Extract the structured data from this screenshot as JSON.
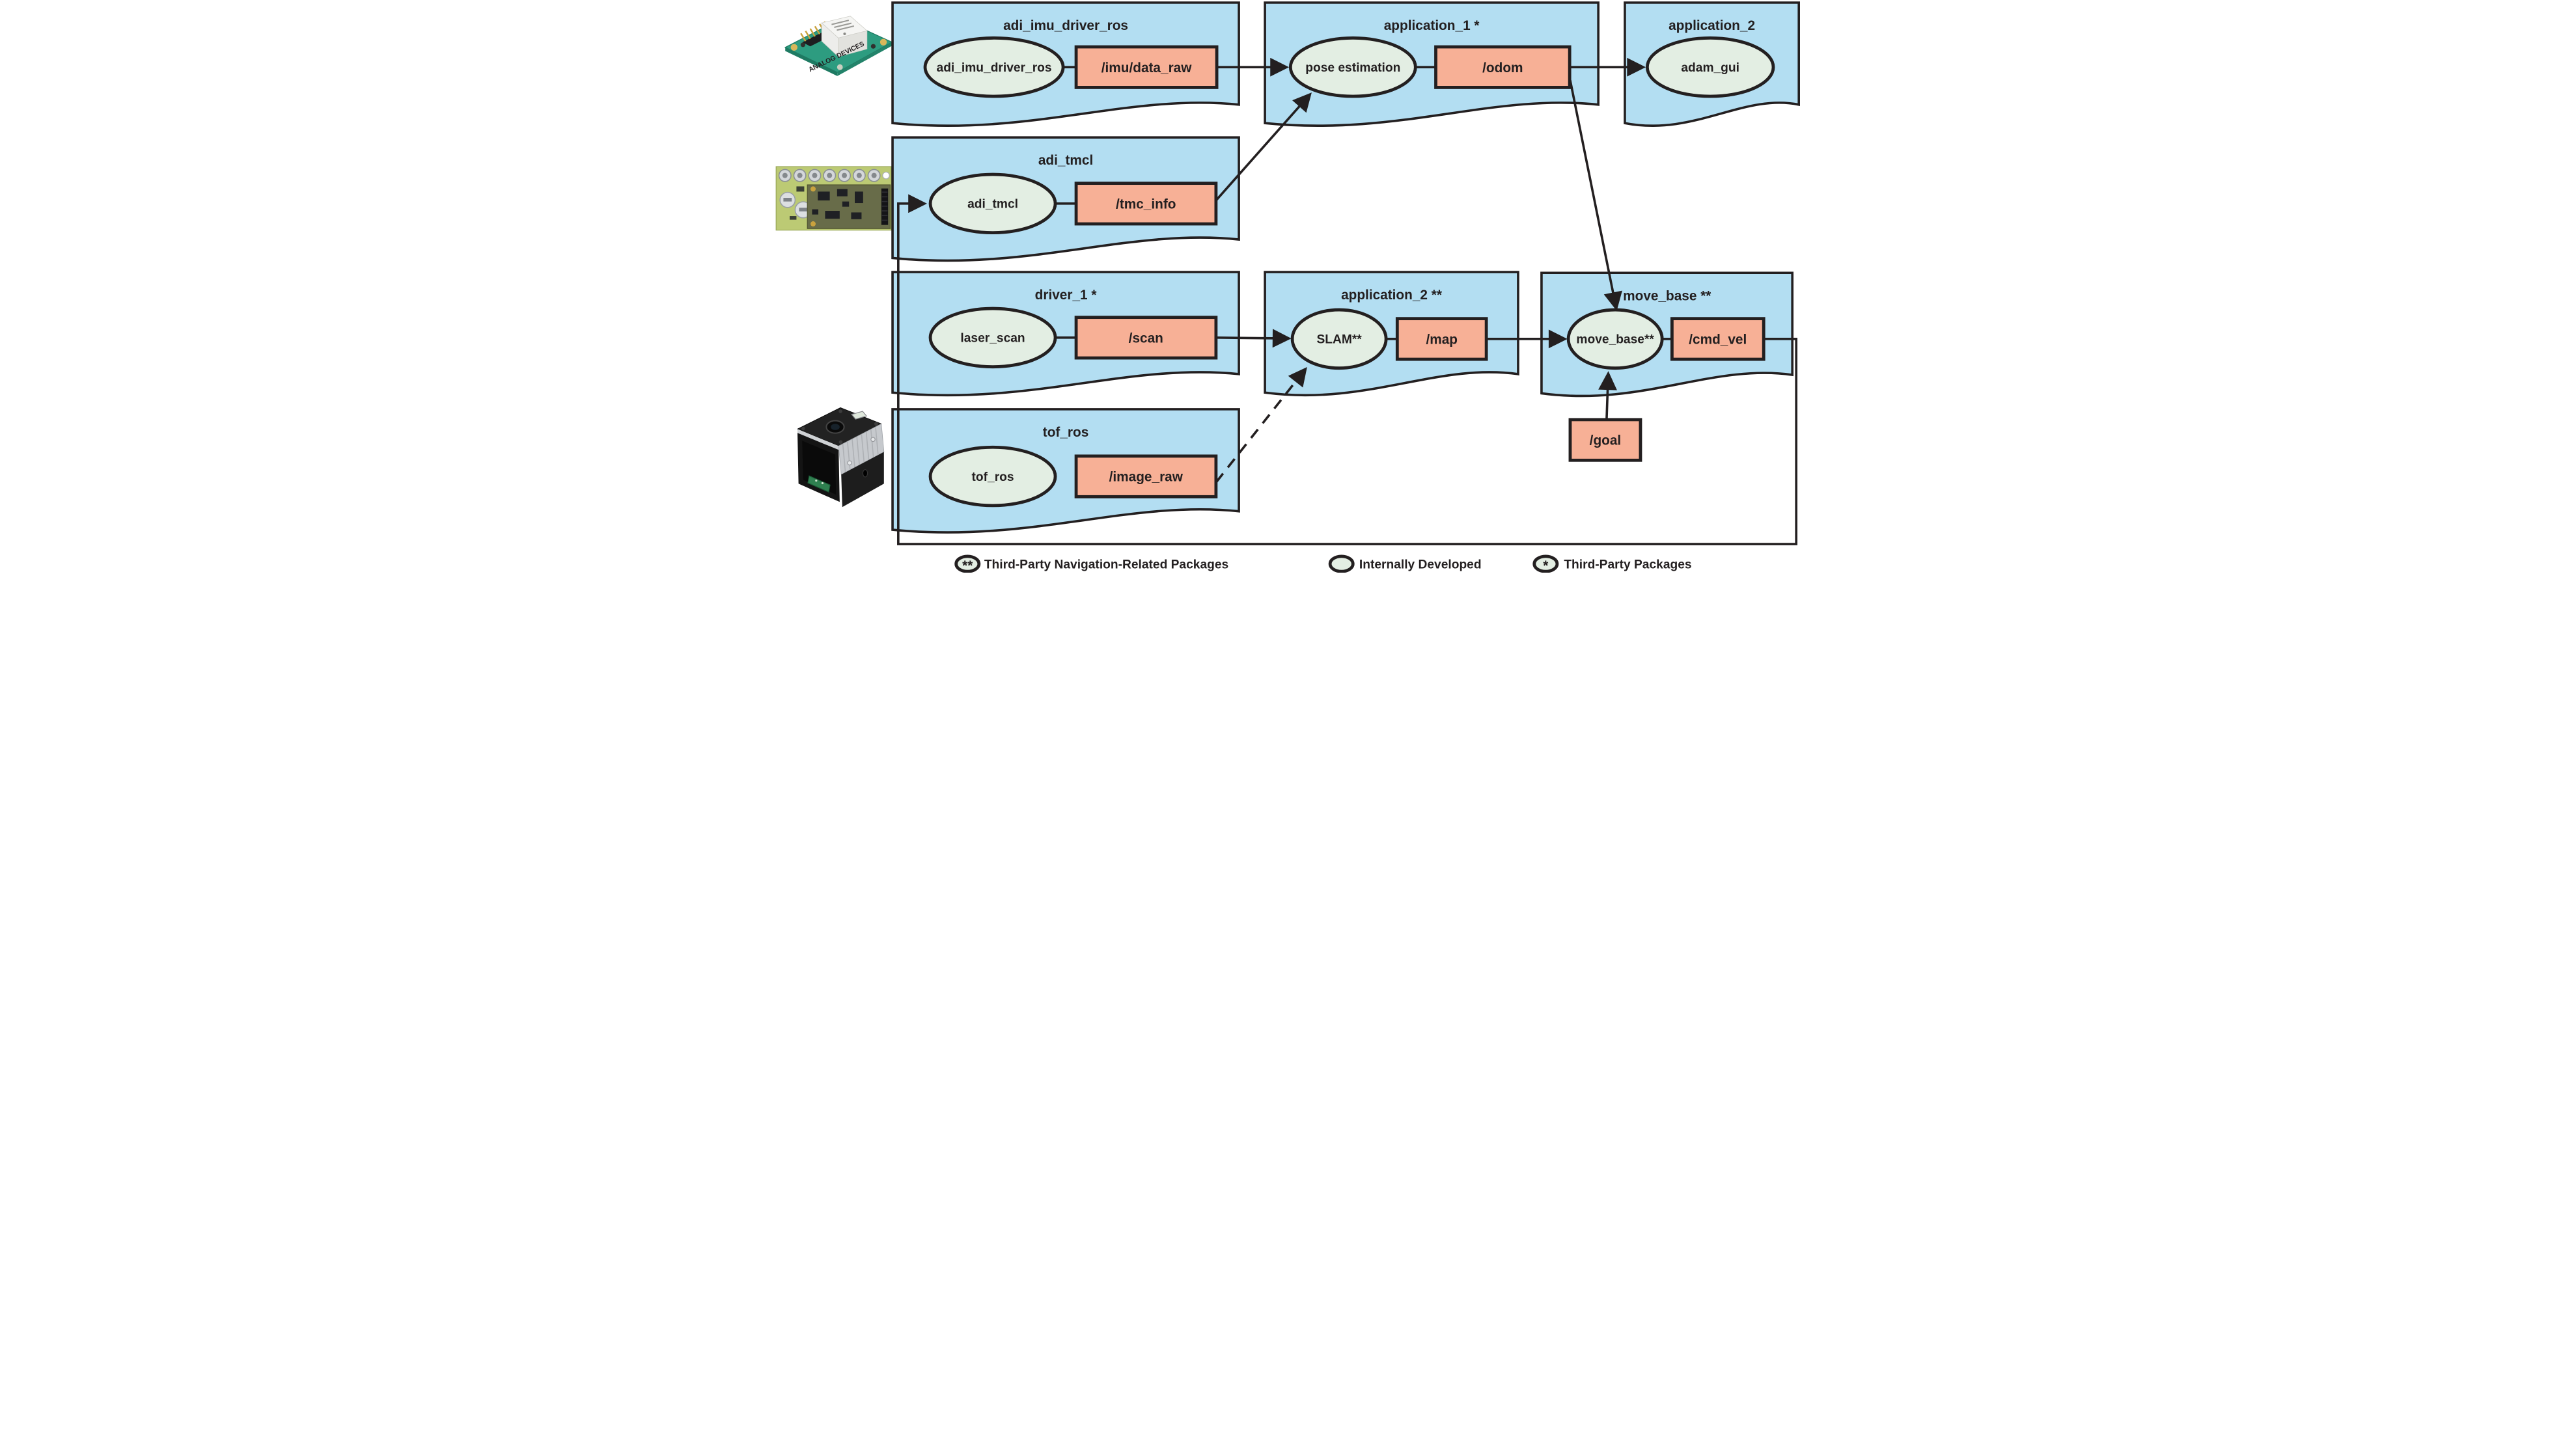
{
  "diagram": {
    "packages": [
      {
        "id": "adi_imu_driver_ros",
        "title": "adi_imu_driver_ros",
        "node": "adi_imu_driver_ros",
        "topic": "/imu/data_raw"
      },
      {
        "id": "application_1",
        "title": "application_1 *",
        "node": "pose estimation",
        "topic": "/odom"
      },
      {
        "id": "application_2_gui",
        "title": "application_2",
        "node": "adam_gui"
      },
      {
        "id": "adi_tmcl",
        "title": "adi_tmcl",
        "node": "adi_tmcl",
        "topic": "/tmc_info"
      },
      {
        "id": "driver_1",
        "title": "driver_1 *",
        "node": "laser_scan",
        "topic": "/scan"
      },
      {
        "id": "application_2_slam",
        "title": "application_2 **",
        "node": "SLAM**",
        "topic": "/map"
      },
      {
        "id": "move_base",
        "title": "move_base **",
        "node": "move_base**",
        "topic": "/cmd_vel"
      },
      {
        "id": "tof_ros",
        "title": "tof_ros",
        "node": "tof_ros",
        "topic": "/image_raw"
      }
    ],
    "standalone_topic": "/goal",
    "edges": [
      {
        "from": "/imu/data_raw",
        "to": "pose estimation",
        "style": "solid"
      },
      {
        "from": "/odom",
        "to": "adam_gui",
        "style": "solid"
      },
      {
        "from": "/tmc_info",
        "to": "pose estimation",
        "style": "solid"
      },
      {
        "from": "/odom",
        "to": "move_base**",
        "style": "solid"
      },
      {
        "from": "/scan",
        "to": "SLAM**",
        "style": "solid"
      },
      {
        "from": "/map",
        "to": "move_base**",
        "style": "solid"
      },
      {
        "from": "/image_raw",
        "to": "SLAM**",
        "style": "dashed"
      },
      {
        "from": "/goal",
        "to": "move_base**",
        "style": "solid"
      },
      {
        "from": "/cmd_vel",
        "to": "adi_tmcl",
        "style": "solid"
      }
    ]
  },
  "legend": {
    "items": [
      {
        "symbol": "**",
        "label": "Third-Party Navigation-Related Packages"
      },
      {
        "symbol": "",
        "label": "Internally Developed"
      },
      {
        "symbol": "*",
        "label": "Third-Party Packages"
      }
    ]
  },
  "hardware": {
    "imu_logo": "ANALOG DEVICES"
  },
  "colors": {
    "package_fill": "#b3def2",
    "node_fill": "#e3eee3",
    "topic_fill": "#f7b096",
    "outline": "#231f20"
  }
}
